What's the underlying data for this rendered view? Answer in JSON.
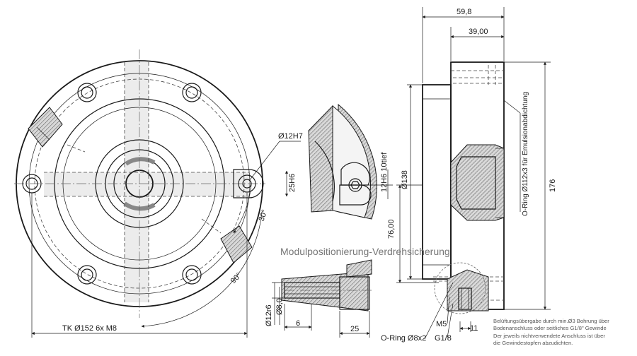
{
  "caption": "Modulpositionierung-Verdrehsicherung",
  "dimensions": {
    "width_total": "59,8",
    "width_flange": "39,00",
    "dia_176": "176",
    "dia_138": "Ø138",
    "height_76": "76,00",
    "oring_large": "O-Ring Ø112x3 für Emulsionabdichtung",
    "bore_12h7": "Ø12H7",
    "pin_25h6": "25H6",
    "pin_12h6_deep": "12H6 10tief",
    "angle_30": "30°",
    "angle_90": "90°",
    "tk_bolt_circle": "TK Ø152  6x M8",
    "pin_dia_12r6": "Ø12r6",
    "pin_dia_8": "Ø8,0",
    "len_6": "6",
    "len_25": "25",
    "oring_small": "O-Ring Ø8x2",
    "m5": "M5",
    "g18": "G1/8",
    "len_11": "11"
  },
  "note_lines": [
    "Belüftungsübergabe durch min.Ø3 Bohrung über",
    "Bodenanschluss oder seitliches G1/8\" Gewinde",
    "Der jeweils nichtverwendete Anschluss ist über",
    "die Gewindestopfen abzudichten."
  ]
}
